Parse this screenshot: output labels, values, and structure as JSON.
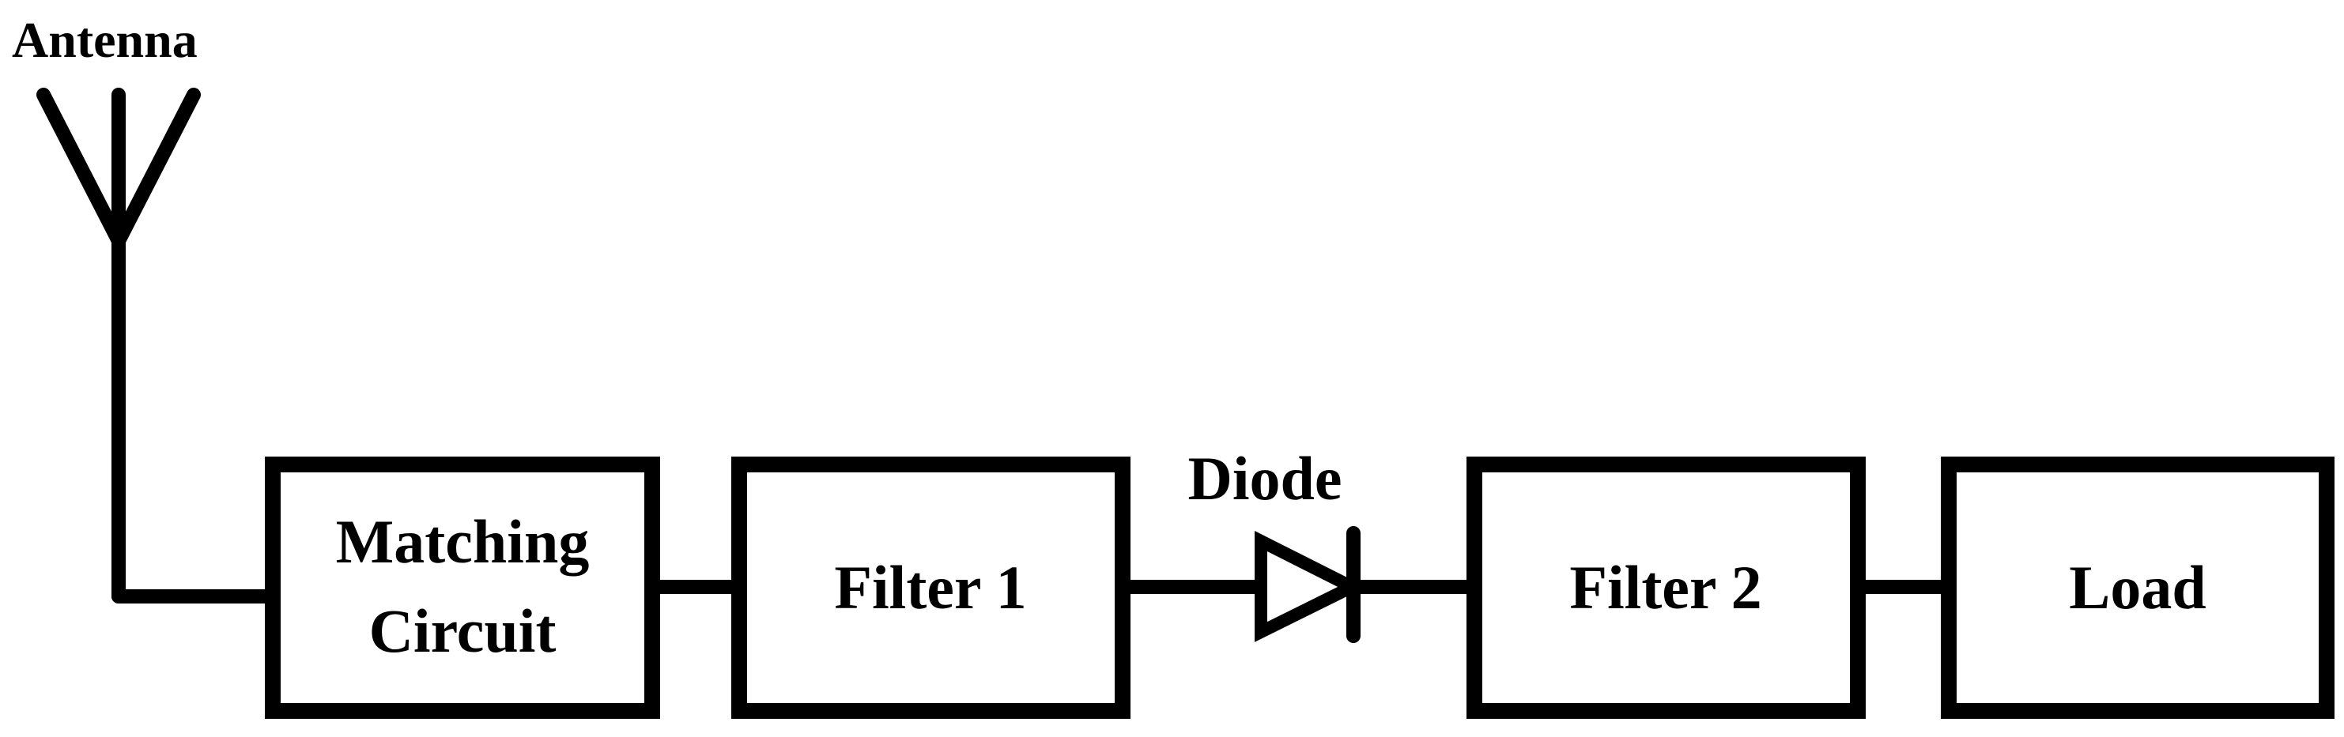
{
  "labels": {
    "antenna": "Antenna",
    "diode": "Diode"
  },
  "blocks": {
    "matching_line1": "Matching",
    "matching_line2": "Circuit",
    "filter1": "Filter 1",
    "filter2": "Filter 2",
    "load": "Load"
  }
}
